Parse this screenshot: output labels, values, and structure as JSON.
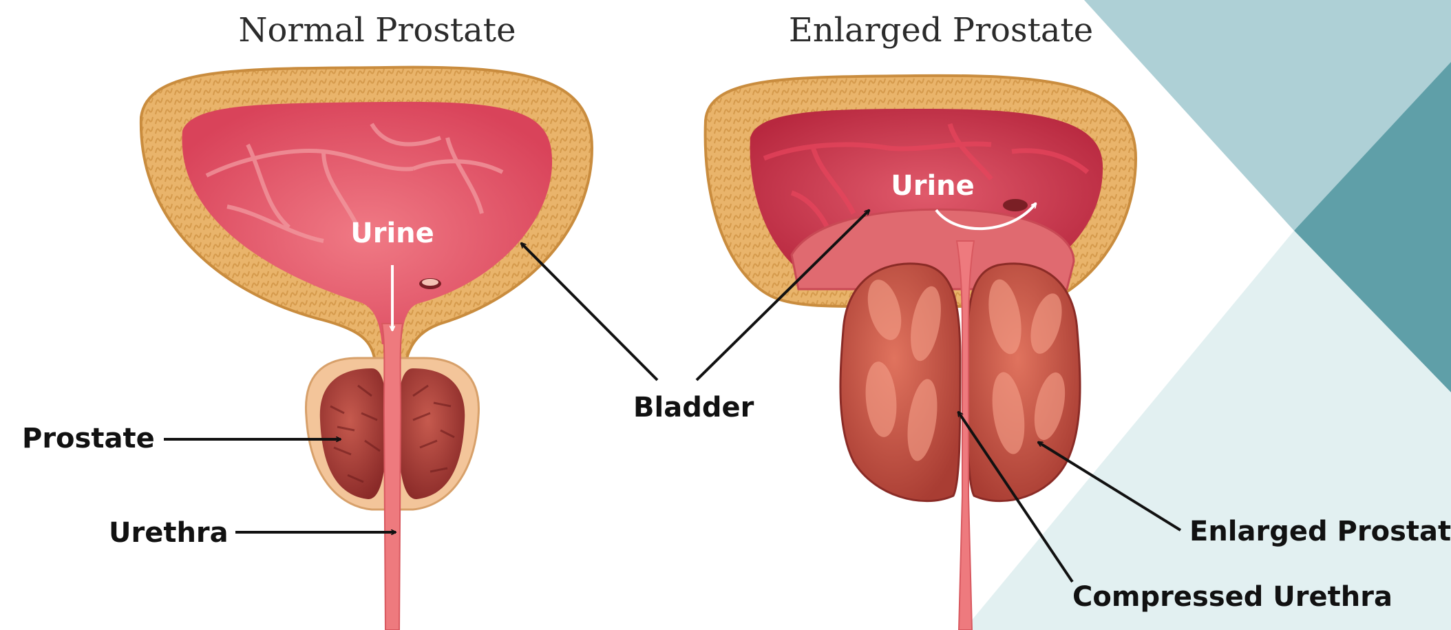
{
  "titles": {
    "normal": "Normal Prostate",
    "enlarged": "Enlarged Prostate"
  },
  "labels": {
    "urine_normal": "Urine",
    "urine_enlarged": "Urine",
    "bladder": "Bladder",
    "prostate": "Prostate",
    "urethra": "Urethra",
    "enlarged_prostate": "Enlarged Prostate",
    "compressed_urethra": "Compressed Urethra"
  },
  "colors": {
    "bladder_wall": "#e9b46b",
    "bladder_wall_edge": "#c98c3e",
    "bladder_interior": "#e8596a",
    "bladder_interior_dark": "#c93a4c",
    "prostate": "#a63a35",
    "prostate_enlarged": "#c9503f",
    "urethra": "#ee7a7e",
    "background_teal_light": "#aed0d6",
    "background_teal_dark": "#5f9fa8",
    "background_teal_pale": "#e2f0f1"
  }
}
